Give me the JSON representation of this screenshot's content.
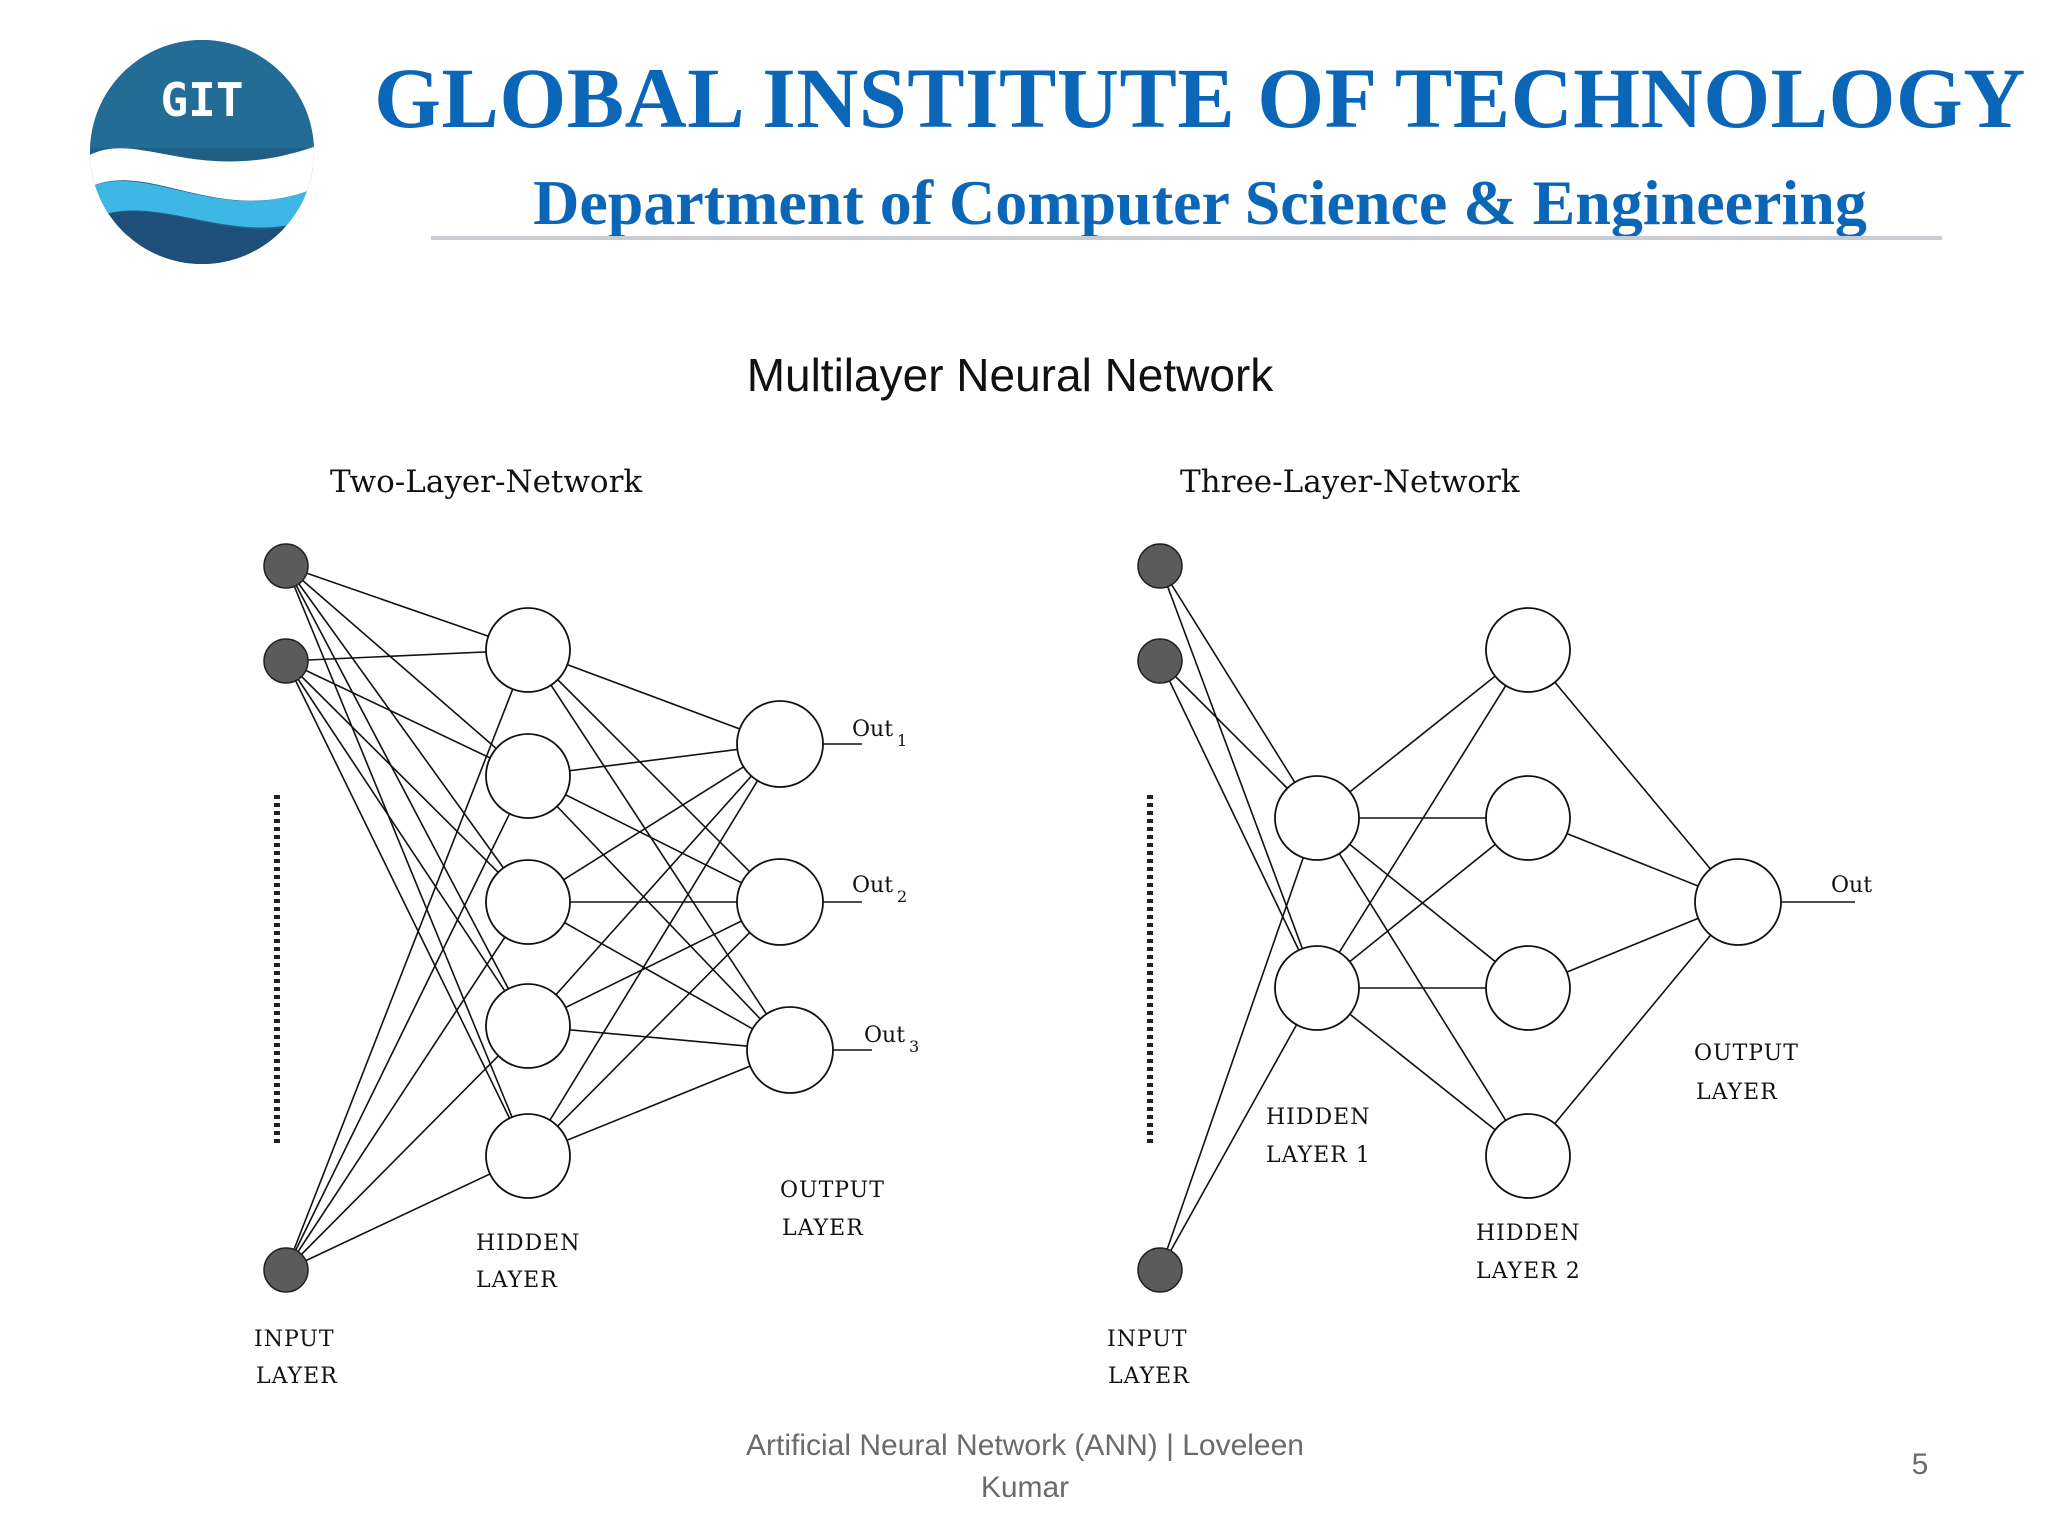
{
  "header": {
    "logo_text": "GIT",
    "institute": "GLOBAL INSTITUTE OF TECHNOLOGY",
    "department": "Department of Computer Science & Engineering"
  },
  "slide": {
    "heading": "Multilayer Neural Network"
  },
  "two_layer": {
    "title": "Two-Layer-Network",
    "input_label_1": "INPUT",
    "input_label_2": "LAYER",
    "hidden_label_1": "HIDDEN",
    "hidden_label_2": "LAYER",
    "output_label_1": "OUTPUT",
    "output_label_2": "LAYER",
    "outputs": [
      {
        "text": "Out",
        "sub": "1"
      },
      {
        "text": "Out",
        "sub": "2"
      },
      {
        "text": "Out",
        "sub": "3"
      }
    ]
  },
  "three_layer": {
    "title": "Three-Layer-Network",
    "input_label_1": "INPUT",
    "input_label_2": "LAYER",
    "hidden1_label_1": "HIDDEN",
    "hidden1_label_2": "LAYER 1",
    "hidden2_label_1": "HIDDEN",
    "hidden2_label_2": "LAYER 2",
    "output_label_1": "OUTPUT",
    "output_label_2": "LAYER",
    "out": "Out"
  },
  "footer": {
    "line1": "Artificial Neural Network (ANN) | Loveleen",
    "line2": "Kumar",
    "page": "5"
  },
  "colors": {
    "brand_blue": "#0b66b8",
    "logo_dark": "#1f5f86",
    "logo_wave": "#3fb7e6",
    "input_node": "#5b5b5b",
    "footer_gray": "#6b6b6b"
  }
}
